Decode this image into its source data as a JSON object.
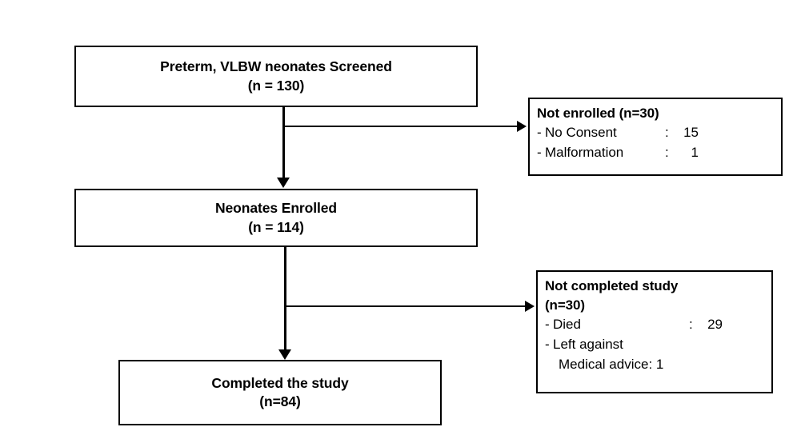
{
  "diagram": {
    "type": "participant-flow-diagram",
    "boxes": {
      "screened": {
        "line1": "Preterm, VLBW neonates Screened",
        "line2": "(n = 130)"
      },
      "enrolled": {
        "line1": "Neonates Enrolled",
        "line2": "(n = 114)"
      },
      "completed": {
        "line1": "Completed the study",
        "line2": "(n=84)"
      },
      "not_enrolled": {
        "heading": "Not enrolled (n=30)",
        "items": [
          {
            "dash": "-",
            "label": "No Consent",
            "colon": ":",
            "value": "15"
          },
          {
            "dash": "-",
            "label": "Malformation",
            "colon": ":",
            "value": "1"
          }
        ]
      },
      "not_completed": {
        "heading_line1": "Not completed study",
        "heading_line2": "(n=30)",
        "items": [
          {
            "dash": "-",
            "label": "Died",
            "colon": ":",
            "value": "29"
          },
          {
            "dash": "-",
            "label": "Left against",
            "colon": "",
            "value": ""
          }
        ],
        "continuation": "Medical advice: 1"
      }
    },
    "colors": {
      "stroke": "#000000",
      "text": "#000000",
      "background": "#ffffff"
    }
  }
}
